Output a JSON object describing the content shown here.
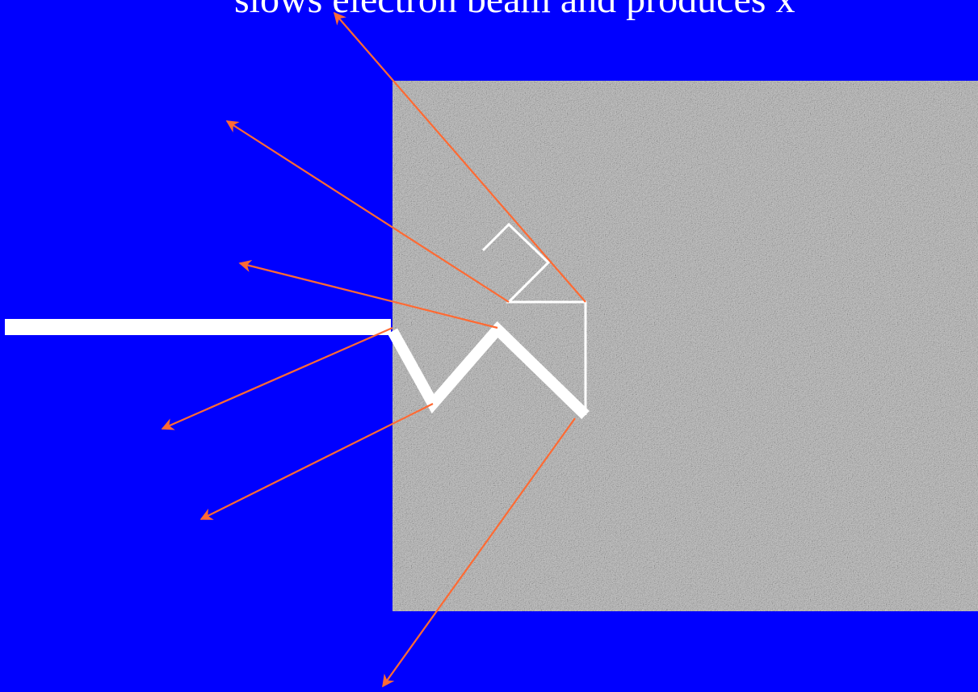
{
  "slide": {
    "caption": "slows electron beam and produces x"
  },
  "colors": {
    "background": "#0000ff",
    "beam": "#ffffff",
    "xray_arrows": "#ff6a33",
    "target_texture": "gray noise"
  },
  "icons": {
    "target": "metal-target-block",
    "beam": "electron-beam-path",
    "rays": "xray-arrow"
  }
}
